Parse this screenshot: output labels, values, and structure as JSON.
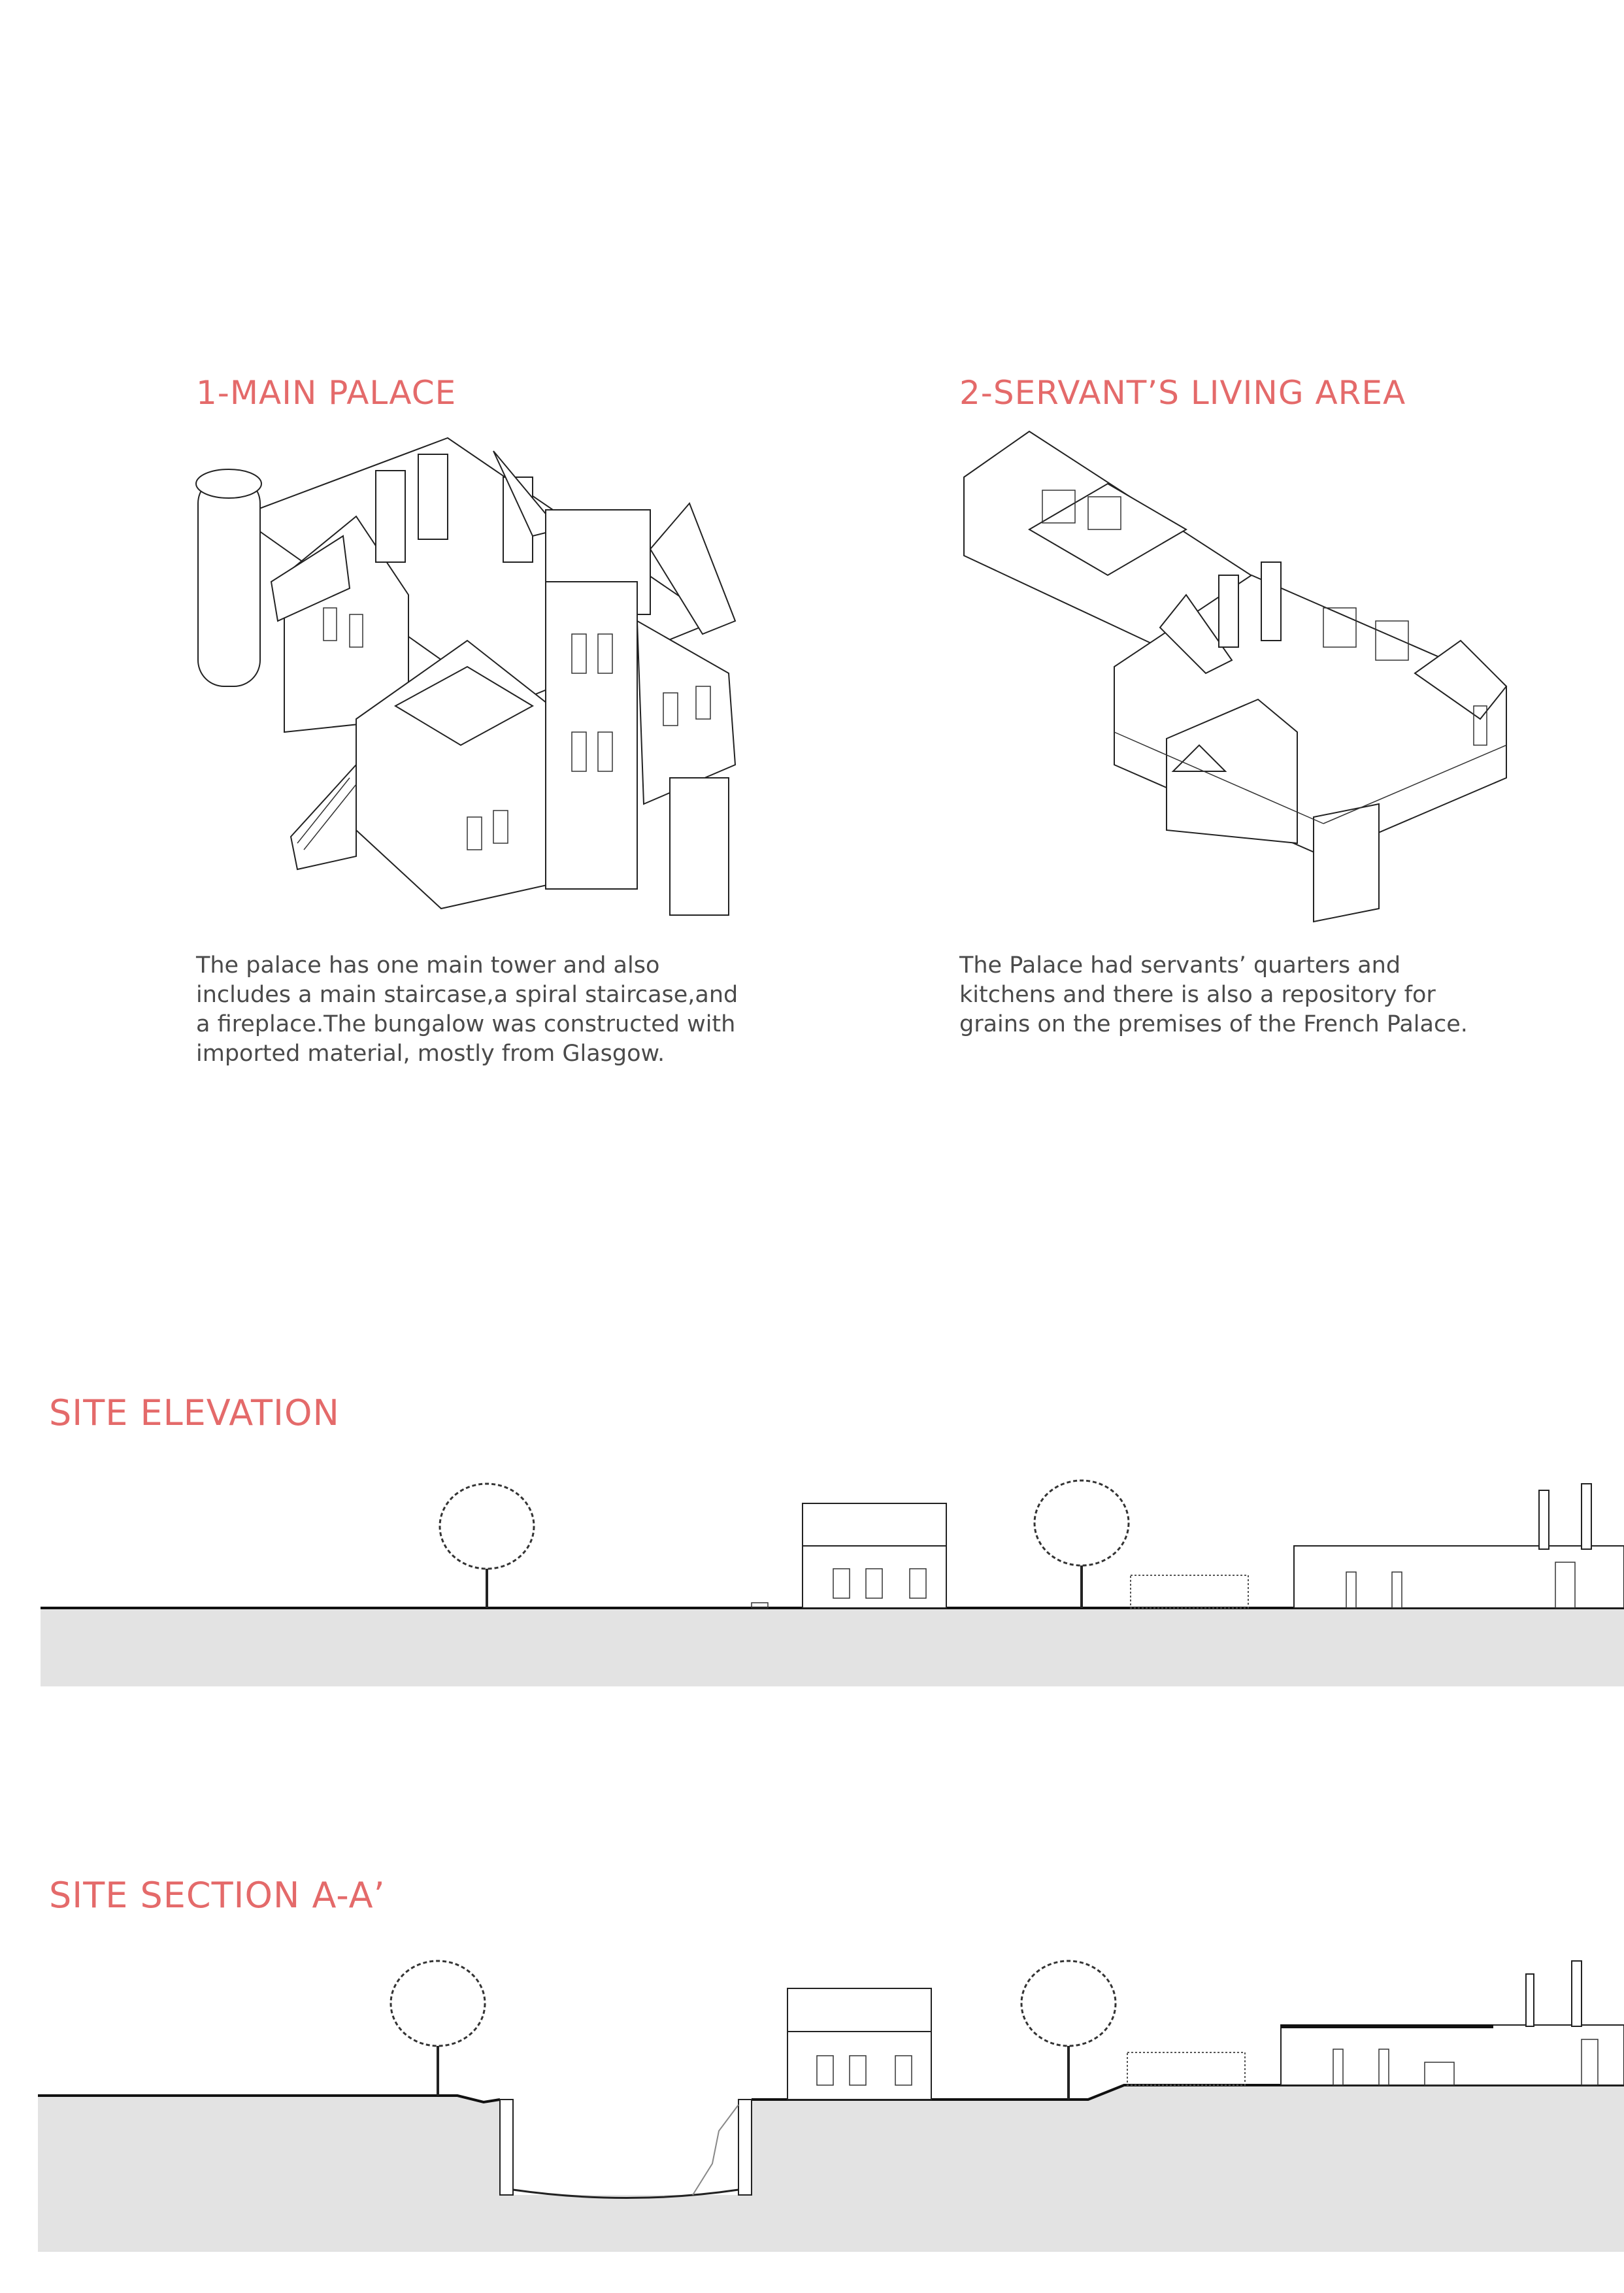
{
  "main_palace": {
    "title": "1-MAIN PALACE",
    "description_lines": [
      "The palace has one main tower and also",
      "includes a main staircase,a spiral staircase,and",
      "a fireplace.The bungalow was constructed with",
      "imported material, mostly from Glasgow."
    ]
  },
  "servants_area": {
    "title": "2-SERVANT’S LIVING AREA",
    "description_lines": [
      "The Palace had servants’ quarters and",
      "kitchens and there is also a repository for",
      "grains on the premises of the French Palace."
    ]
  },
  "site_elevation": {
    "title": "SITE ELEVATION"
  },
  "site_section": {
    "title": "SITE SECTION A-A’"
  },
  "colors": {
    "heading": "#e46a6a",
    "body_text": "#4a4a4a",
    "ground_fill": "#e3e3e3"
  }
}
